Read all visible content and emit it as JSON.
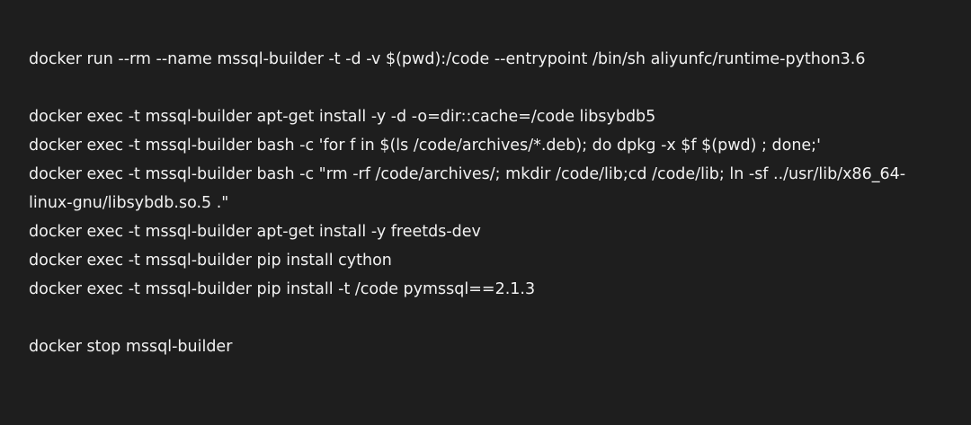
{
  "terminal": {
    "lines": [
      "docker run --rm --name mssql-builder -t -d -v $(pwd):/code --entrypoint /bin/sh aliyunfc/runtime-python3.6",
      "",
      "docker exec -t mssql-builder apt-get install -y -d -o=dir::cache=/code libsybdb5",
      "docker exec -t mssql-builder bash -c 'for f in $(ls /code/archives/*.deb); do dpkg -x $f $(pwd) ; done;'",
      "docker exec -t mssql-builder bash -c \"rm -rf /code/archives/; mkdir /code/lib;cd /code/lib; ln -sf ../usr/lib/x86_64-",
      "linux-gnu/libsybdb.so.5 .\"",
      "docker exec -t mssql-builder apt-get install -y freetds-dev",
      "docker exec -t mssql-builder pip install cython",
      "docker exec -t mssql-builder pip install -t /code pymssql==2.1.3",
      "",
      "docker stop mssql-builder"
    ]
  }
}
